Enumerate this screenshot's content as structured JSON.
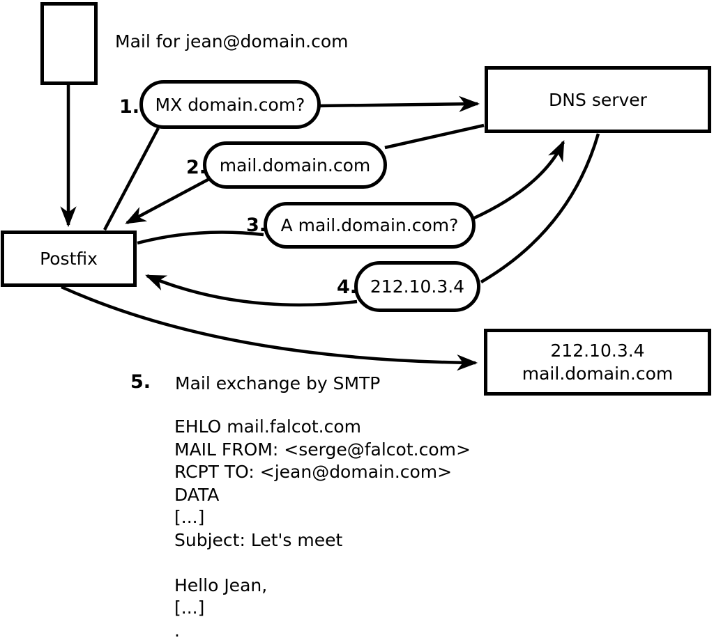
{
  "diagram": {
    "title_note": "Mail for jean@domain.com",
    "nodes": {
      "postfix": "Postfix",
      "dns_server": "DNS server",
      "destination_line1": "212.10.3.4",
      "destination_line2": "mail.domain.com"
    },
    "steps": [
      {
        "num": "1.",
        "label": "MX domain.com?"
      },
      {
        "num": "2.",
        "label": "mail.domain.com"
      },
      {
        "num": "3.",
        "label": "A mail.domain.com?"
      },
      {
        "num": "4.",
        "label": "212.10.3.4"
      },
      {
        "num": "5.",
        "label": "Mail exchange by SMTP"
      }
    ],
    "smtp_session": {
      "lines": [
        "EHLO mail.falcot.com",
        "MAIL FROM: <serge@falcot.com>",
        "RCPT TO: <jean@domain.com>",
        "DATA",
        "[...]",
        "Subject: Let's meet",
        "",
        "Hello Jean,",
        "[...]",
        "."
      ]
    },
    "colors": {
      "stroke": "#000000",
      "fill": "#ffffff"
    }
  }
}
